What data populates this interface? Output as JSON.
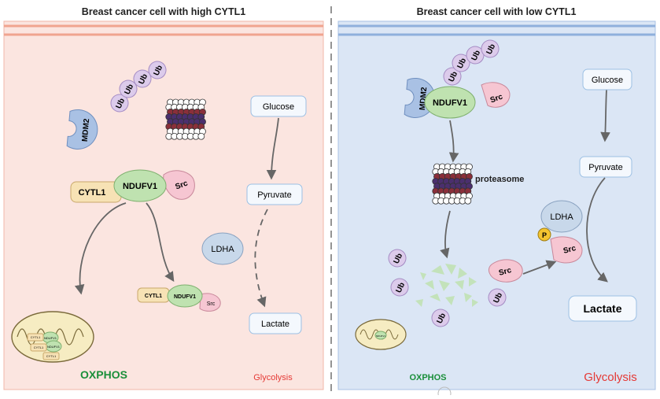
{
  "titles": {
    "left": "Breast cancer cell with high CYTL1",
    "right": "Breast cancer cell with low CYTL1"
  },
  "ub_label": "Ub",
  "left": {
    "mdm2": "MDM2",
    "cytl1": "CYTL1",
    "ndufv1": "NDUFV1",
    "src": "Src",
    "glucose": "Glucose",
    "pyruvate": "Pyruvate",
    "ldha": "LDHA",
    "lactate": "Lactate",
    "small_cytl1": "CYTL1",
    "small_ndufv1": "NDUFV1",
    "small_src": "Src",
    "mito_ndufv1_a": "NDUFV1",
    "mito_ndufv1_b": "NDUFV1",
    "mito_cytl1_a": "CYTL1",
    "mito_cytl1_b": "CYTL1",
    "mito_cytl1_c": "CYTL1",
    "oxphos": "OXPHOS",
    "glycolysis": "Glycolysis"
  },
  "right": {
    "mdm2": "MDM2",
    "ndufv1": "NDUFV1",
    "src": "Src",
    "proteasome": "proteasome",
    "glucose": "Glucose",
    "pyruvate": "Pyruvate",
    "ldha": "LDHA",
    "phospho": "P",
    "src2": "Src",
    "free_src": "Src",
    "lactate": "Lactate",
    "mito_ndufv1": "NDUFV1",
    "oxphos": "OXPHOS",
    "glycolysis": "Glycolysis"
  },
  "colors": {
    "left_bg": "#fbe5e0",
    "right_bg": "#dbe6f5",
    "left_border": "#f0a48f",
    "right_border": "#8fb0dc",
    "mdm2": "#a9c1e4",
    "ndufv1": "#bfe2b0",
    "src": "#f6c6d2",
    "cytl1": "#f7e2b5",
    "ub": "#dccbeb",
    "box_fill": "#f4f8fd",
    "box_stroke": "#9cc0e4",
    "arrow": "#666666",
    "oxphos": "#1a8f3a",
    "glycolysis": "#e53935"
  }
}
